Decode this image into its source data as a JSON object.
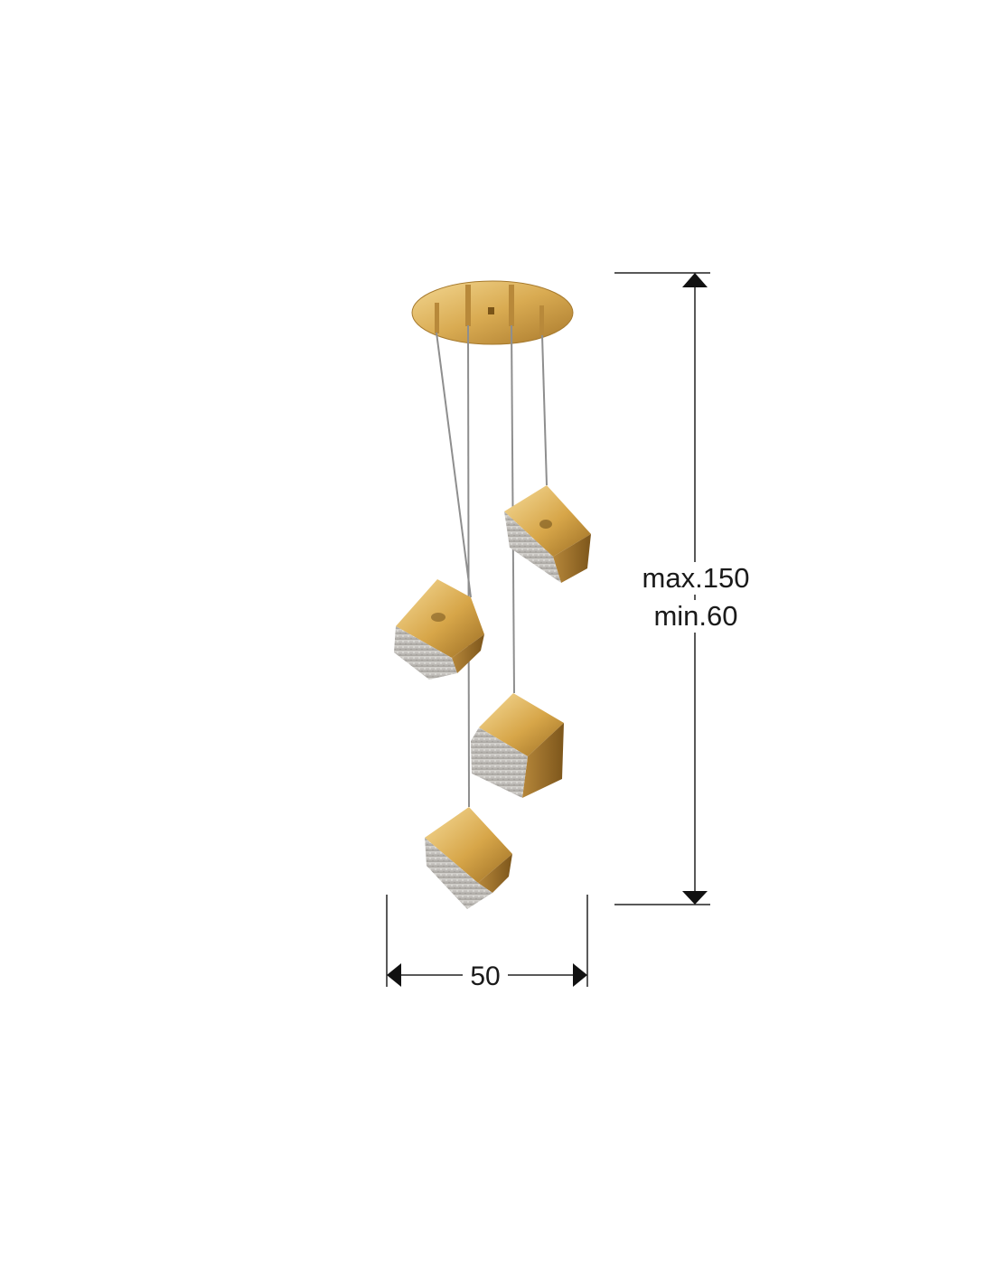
{
  "dimensions": {
    "height_max": "max.150",
    "height_min": "min.60",
    "width": "50"
  },
  "colors": {
    "gold": "#c99a3c",
    "gold_light": "#f1d38f",
    "gold_dark": "#8c6420",
    "glass": "#bdbab5",
    "cable": "#8e8e8e",
    "dimension_line": "#222222"
  },
  "pendants": {
    "count": 4
  }
}
